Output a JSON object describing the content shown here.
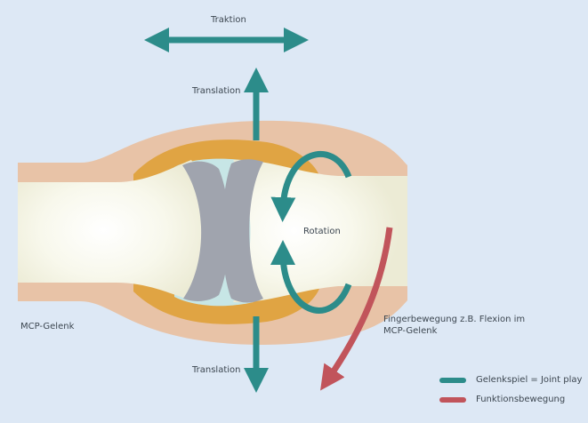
{
  "labels": {
    "traktion": "Traktion",
    "translation_top": "Translation",
    "translation_bottom": "Translation",
    "rotation": "Rotation",
    "joint": "MCP-Gelenk",
    "movement_line1": "Fingerbewegung z.B. Flexion im",
    "movement_line2": "MCP-Gelenk"
  },
  "legend": {
    "joint_play": {
      "label": "Gelenkspiel = Joint play",
      "color": "#2c8c8a"
    },
    "function": {
      "label": "Funktionsbewegung",
      "color": "#c1545b"
    }
  },
  "colors": {
    "background": "#dde8f5",
    "soft_tissue": "#e8c3a7",
    "capsule": "#e0a443",
    "synovial": "#c7e6e6",
    "bone": "#f0f0dc",
    "cartilage": "#a0a4ae",
    "teal_arrow": "#2c8c8a",
    "red_arrow": "#c1545b",
    "text": "#3c4650"
  }
}
